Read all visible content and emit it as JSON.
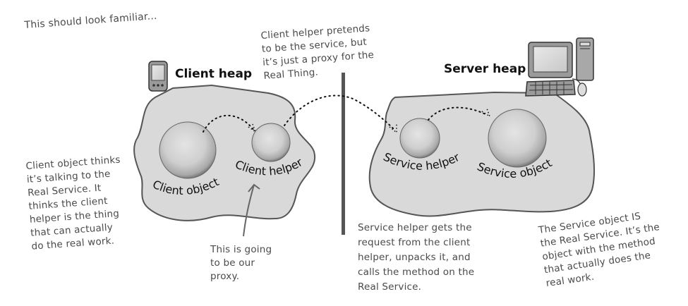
{
  "diagram": {
    "intro_note": "This should look familiar...",
    "client_heap": {
      "title": "Client heap",
      "device_icon": "pda-icon",
      "objects": [
        {
          "label": "Client object"
        },
        {
          "label": "Client helper"
        }
      ]
    },
    "server_heap": {
      "title": "Server heap",
      "device_icon": "desktop-computer-icon",
      "objects": [
        {
          "label": "Service helper"
        },
        {
          "label": "Service object"
        }
      ]
    },
    "annotations": {
      "client_helper_note": "Client helper pretends\nto be the service, but\nit’s just a proxy for the\nReal Thing.",
      "client_object_note": "Client object thinks\nit’s talking to the\nReal Service. It\nthinks the client\nhelper is the thing\nthat can actually\ndo the real work.",
      "proxy_note": "This is going\nto be our\nproxy.",
      "service_helper_note": "Service helper gets the\nrequest from the client\nhelper, unpacks it, and\ncalls the method on the\nReal Service.",
      "service_object_note": "The Service object IS\nthe Real Service. It’s the\nobject with the method\nthat actually does the\nreal work."
    },
    "colors": {
      "heap_fill": "#d9d9d9",
      "heap_stroke": "#555555",
      "divider": "#555555",
      "note_text": "#4a4a4a"
    }
  }
}
